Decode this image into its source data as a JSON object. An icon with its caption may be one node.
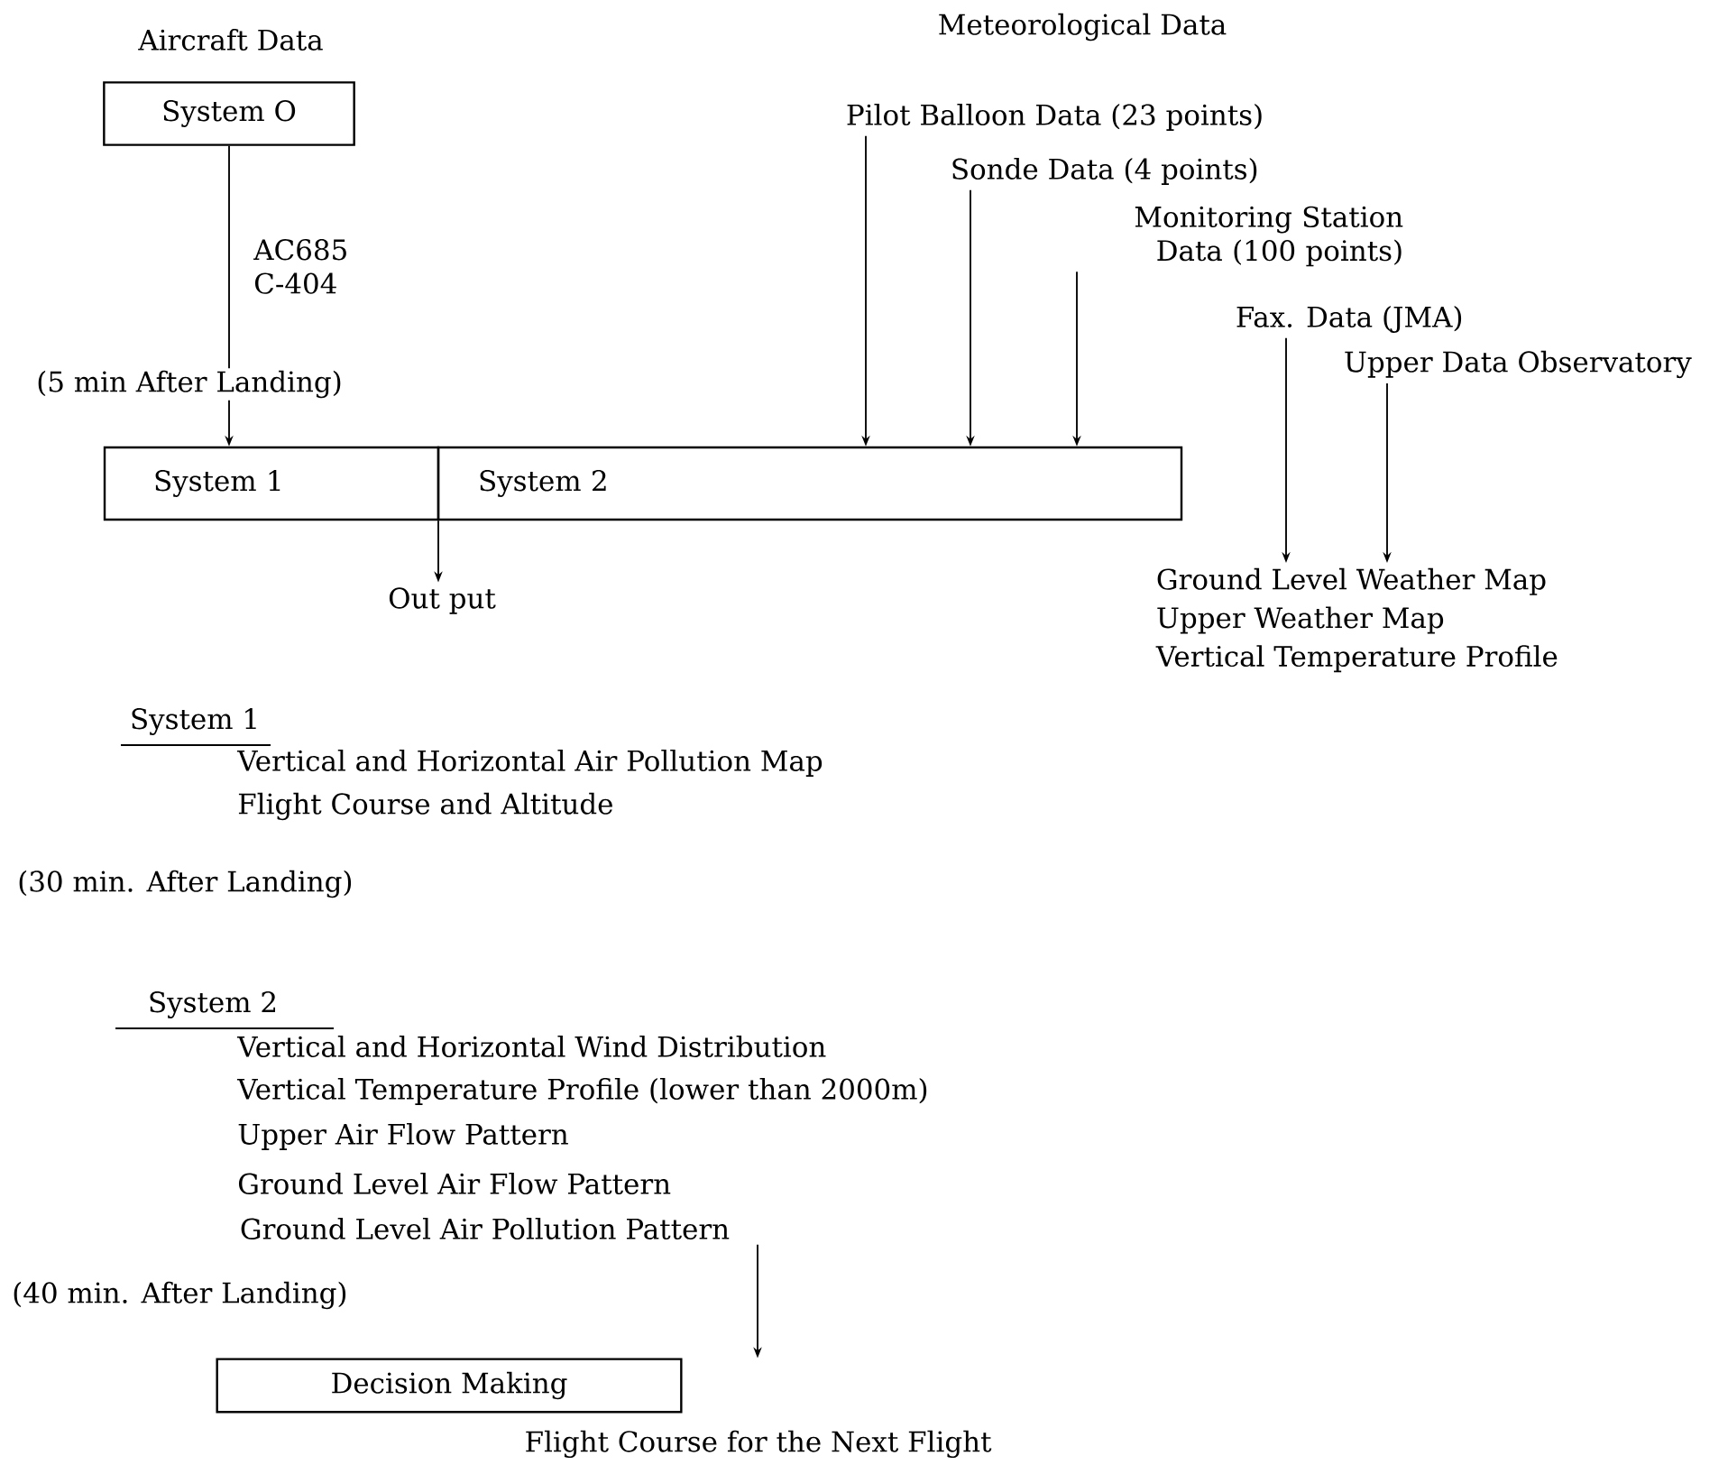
{
  "diagram": {
    "nodes": [
      {
        "text": [
          "System O"
        ]
      },
      {
        "text": [
          "System 1"
        ]
      },
      {
        "text": [
          "System 2"
        ]
      },
      {
        "text": [
          "Pilot Balloon Data (23 points)"
        ]
      },
      {
        "text": [
          "Sonde Data (4 points)"
        ]
      },
      {
        "text": [
          "Monitoring Station Data (100 points)"
        ]
      },
      {
        "text": [
          "Fax. Data (JMA)"
        ]
      },
      {
        "text": [
          "Upper Data Observatory"
        ]
      },
      {
        "text": [
          "Ground Level Weather Map",
          "Upper Weather Map",
          "Vertical Temperature Profile"
        ]
      },
      {
        "text": [
          "Out put"
        ]
      },
      {
        "text": [
          "Ground Level Air Pollution Pattern"
        ]
      },
      {
        "text": [
          "Decision Making"
        ],
        "beside": [
          "Flight Course for the Next Flight"
        ]
      }
    ],
    "edges": [
      {
        "from": 0,
        "to": 1,
        "arrow": "to",
        "label": "AC685 C-404"
      },
      {
        "from": 3,
        "to": 2,
        "arrow": "to"
      },
      {
        "from": 4,
        "to": 2,
        "arrow": "to"
      },
      {
        "from": 5,
        "to": 2,
        "arrow": "to"
      },
      {
        "from": 6,
        "to": 8,
        "arrow": "to"
      },
      {
        "from": 7,
        "to": 8,
        "arrow": "to"
      },
      {
        "from": 1,
        "to": 9,
        "arrow": "to"
      },
      {
        "from": 10,
        "to": 11,
        "arrow": "to"
      }
    ],
    "labels": [
      "Aircraft Data",
      "Meteorological Data",
      "(5 min After Landing)",
      "System 1",
      "Vertical and Horizontal Air Pollution Map",
      "Flight Course and Altitude",
      "(30 min. After Landing)",
      "System 2",
      "Vertical and Horizontal Wind Distribution",
      "Vertical Temperature Profile (lower than 2000m)",
      "Upper Air Flow Pattern",
      "Ground Level Air Flow Pattern",
      "(40 min. After Landing)"
    ]
  }
}
